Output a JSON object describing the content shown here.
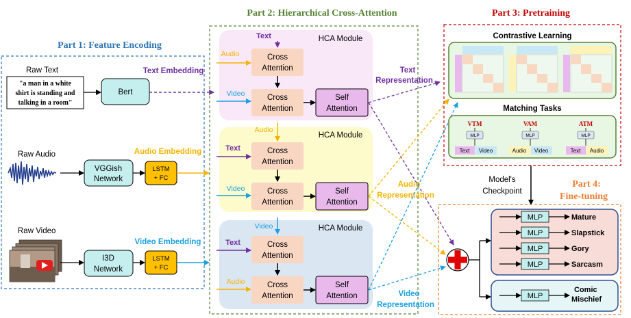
{
  "parts": {
    "p1": "Part 1: Feature Encoding",
    "p2": "Part 2: Hierarchical Cross-Attention",
    "p3": "Part 3: Pretraining",
    "p4a": "Part 4:",
    "p4b": "Fine-tuning"
  },
  "inputs": {
    "raw_text_label": "Raw Text",
    "raw_text_l1": "\"a man in a white",
    "raw_text_l2": "shirt is standing and",
    "raw_text_l3": "talking in a room\"",
    "raw_audio_label": "Raw Audio",
    "raw_video_label": "Raw Video"
  },
  "encoders": {
    "bert": "Bert",
    "vggish_l1": "VGGish",
    "vggish_l2": "Network",
    "i3d_l1": "I3D",
    "i3d_l2": "Network",
    "lstm_l1": "LSTM",
    "lstm_l2": "+ FC"
  },
  "embeddings": {
    "text": "Text Embedding",
    "audio": "Audio Embedding",
    "video": "Video Embedding"
  },
  "hca": {
    "module": "HCA Module",
    "cross_l1": "Cross",
    "cross_l2": "Attention",
    "self_l1": "Self",
    "self_l2": "Attention",
    "m1_top": "Text",
    "m1_side": "Audio",
    "m1_bottom": "Video",
    "m2_top": "Audio",
    "m2_side": "Text",
    "m2_bottom": "Video",
    "m3_top": "Video",
    "m3_side": "Text",
    "m3_bottom": "Audio"
  },
  "representations": {
    "text_l1": "Text",
    "text_l2": "Representation",
    "audio_l1": "Audio",
    "audio_l2": "Representation",
    "video_l1": "Video",
    "video_l2": "Representation"
  },
  "pretraining": {
    "contrastive": "Contrastive Learning",
    "matching": "Matching Tasks",
    "vtm": "VTM",
    "vam": "VAM",
    "atm": "ATM",
    "mlp": "MLP",
    "text": "Text",
    "video": "Video",
    "audio": "Audio"
  },
  "checkpoint": {
    "l1": "Model's",
    "l2": "Checkpoint"
  },
  "finetune": {
    "mlp": "MLP",
    "mature": "Mature",
    "slapstick": "Slapstick",
    "gory": "Gory",
    "sarcasm": "Sarcasm",
    "comic_l1": "Comic",
    "comic_l2": "Mischief"
  },
  "colors": {
    "text": "#7030a0",
    "audio": "#f5b400",
    "video": "#1ba1e2",
    "part_blue": "#2e75b6",
    "part_green": "#548235",
    "part_red": "#c00000",
    "part_orange": "#ed7d31"
  }
}
